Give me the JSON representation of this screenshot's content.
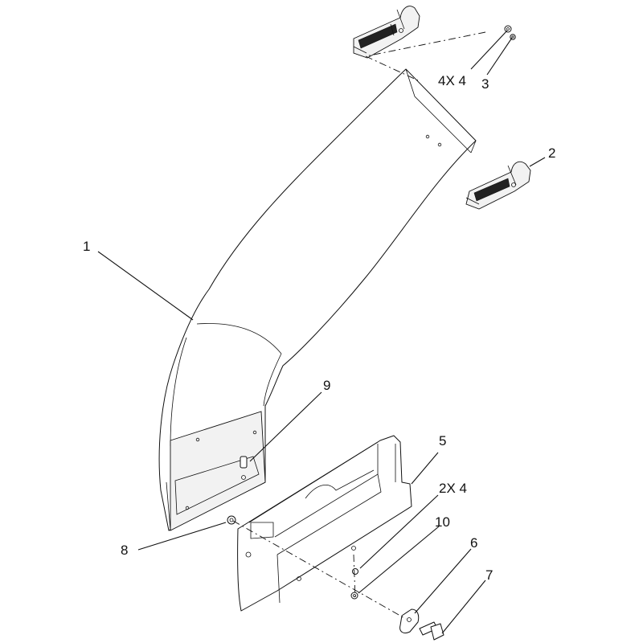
{
  "callouts": {
    "c1": "1",
    "c2": "2",
    "c3": "3",
    "c4x4": "4X 4",
    "c5": "5",
    "c2x4": "2X 4",
    "c6": "6",
    "c7": "7",
    "c8": "8",
    "c9": "9",
    "c10": "10"
  },
  "colors": {
    "line": "#111111",
    "background": "#ffffff"
  }
}
